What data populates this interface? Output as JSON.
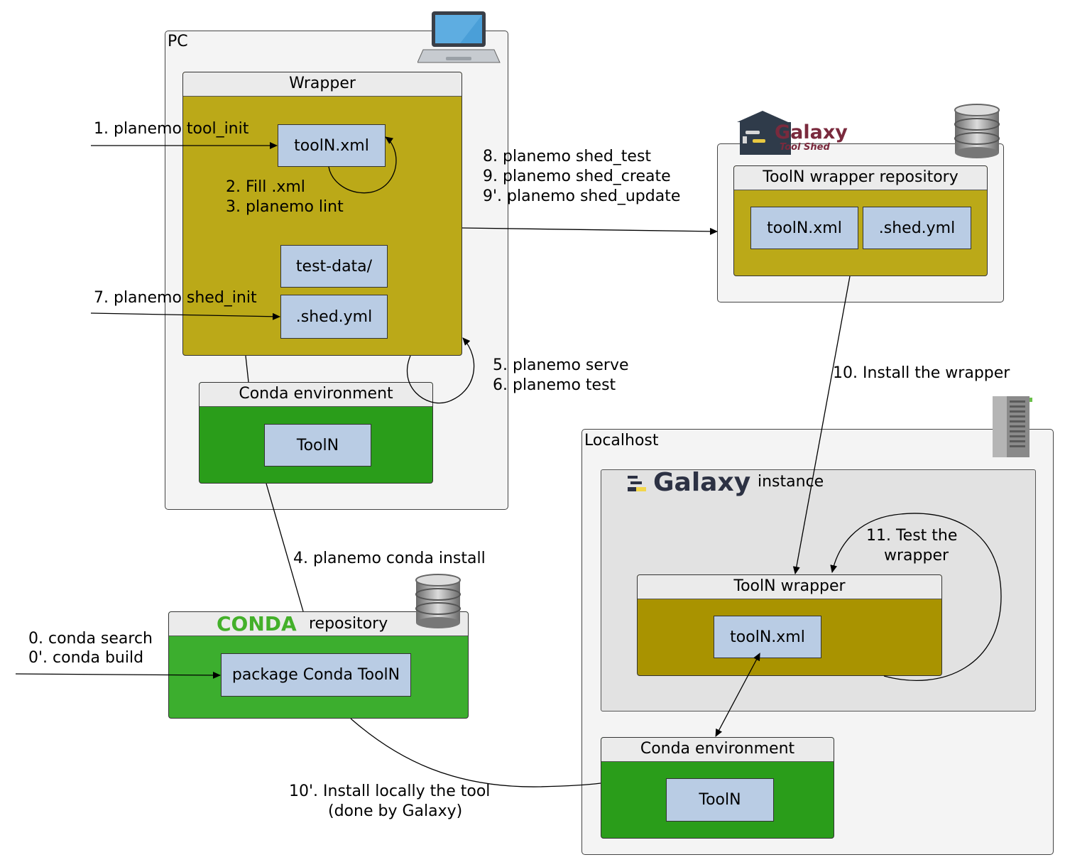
{
  "pc": {
    "title": "PC",
    "wrapper_title": "Wrapper",
    "files": {
      "tool_xml": "toolN.xml",
      "test_data": "test-data/",
      "shed_yml": ".shed.yml"
    },
    "conda_env_title": "Conda environment",
    "conda_tool": "ToolN"
  },
  "toolshed": {
    "logo_text": "Galaxy",
    "logo_sub": "Tool Shed",
    "repo_title": "ToolN wrapper repository",
    "files": {
      "tool_xml": "toolN.xml",
      "shed_yml": ".shed.yml"
    }
  },
  "conda_repo": {
    "logo_text": "CONDA",
    "title": "repository",
    "package": "package Conda ToolN"
  },
  "localhost": {
    "title": "Localhost",
    "galaxy_logo": "Galaxy",
    "galaxy_instance": "instance",
    "wrapper_title": "ToolN wrapper",
    "tool_xml": "toolN.xml",
    "conda_env_title": "Conda environment",
    "conda_tool": "ToolN"
  },
  "steps": {
    "s0": "0. conda search",
    "s0b": "0'. conda build",
    "s1": "1. planemo tool_init",
    "s2": "2. Fill .xml",
    "s3": "3. planemo lint",
    "s4": "4. planemo conda install",
    "s5": "5. planemo serve",
    "s6": "6. planemo test",
    "s7": "7. planemo shed_init",
    "s8": "8.  planemo shed_test",
    "s9": "9.  planemo shed_create",
    "s9b": "9'. planemo shed_update",
    "s10": "10. Install the wrapper",
    "s10b_line1": "10'. Install locally the tool",
    "s10b_line2": "(done by Galaxy)",
    "s11_line1": "11. Test the",
    "s11_line2": "wrapper"
  },
  "icons": {
    "pc": "laptop-icon",
    "toolshed": "database-icon",
    "conda": "database-icon",
    "localhost": "server-icon"
  },
  "colors": {
    "wrapper": "#bba918",
    "instance_wrapper": "#a99300",
    "conda_env": "#2a9d1a",
    "conda_repo": "#3cae2e",
    "file": "#b9cce4",
    "container": "#f4f4f4"
  }
}
